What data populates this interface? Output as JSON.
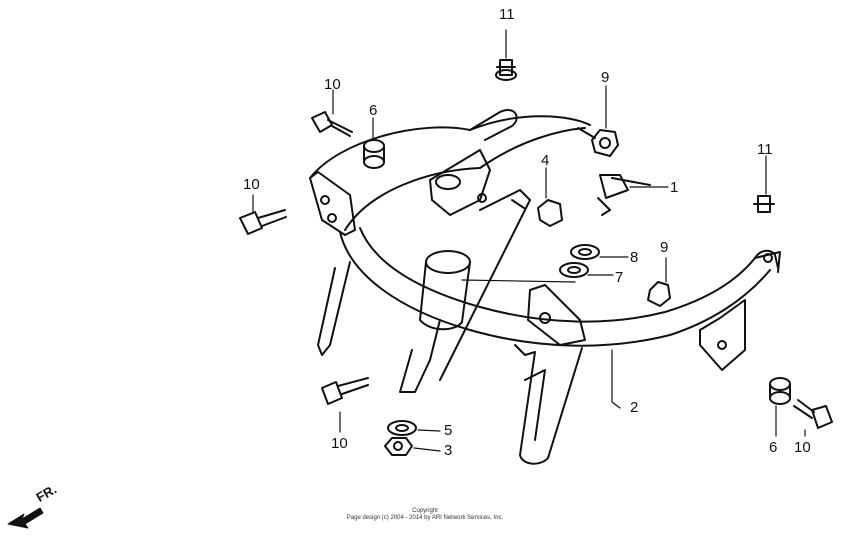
{
  "diagram": {
    "callouts": [
      {
        "id": "c11a",
        "text": "11"
      },
      {
        "id": "c10a",
        "text": "10"
      },
      {
        "id": "c6a",
        "text": "6"
      },
      {
        "id": "c9a",
        "text": "9"
      },
      {
        "id": "c4",
        "text": "4"
      },
      {
        "id": "c1",
        "text": "1"
      },
      {
        "id": "c11b",
        "text": "11"
      },
      {
        "id": "c10b",
        "text": "10"
      },
      {
        "id": "c8",
        "text": "8"
      },
      {
        "id": "c9b",
        "text": "9"
      },
      {
        "id": "c7",
        "text": "7"
      },
      {
        "id": "c2",
        "text": "2"
      },
      {
        "id": "c10c",
        "text": "10"
      },
      {
        "id": "c5",
        "text": "5"
      },
      {
        "id": "c3",
        "text": "3"
      },
      {
        "id": "c6b",
        "text": "6"
      },
      {
        "id": "c10d",
        "text": "10"
      }
    ],
    "direction_label": "FR.",
    "copyright_line1": "Copyright",
    "copyright_line2": "Page design (c) 2004 - 2014 by ARI Network Services, Inc."
  }
}
